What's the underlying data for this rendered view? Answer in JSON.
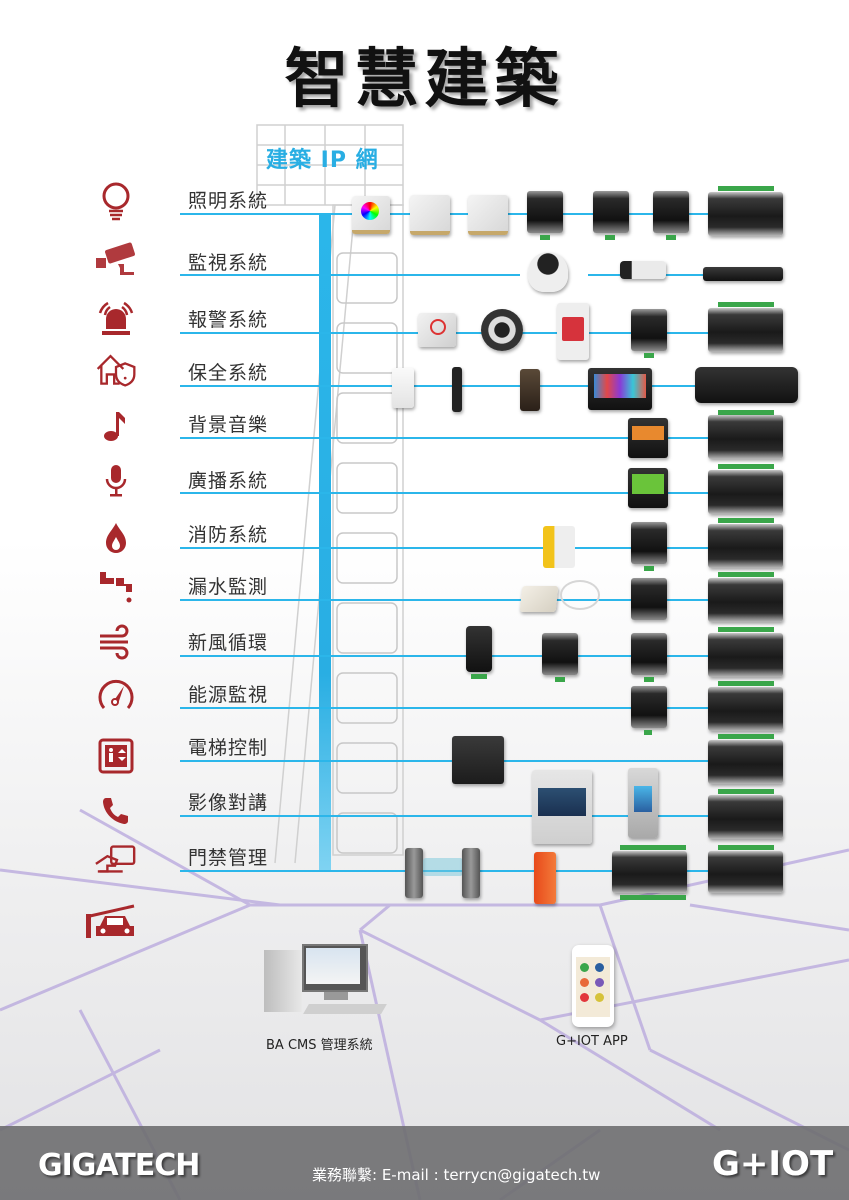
{
  "title": "智慧建築",
  "network_label": "建築 IP 網",
  "colors": {
    "accent_line": "#2bb6ea",
    "icon_red": "#a8282c",
    "title_text": "#111111",
    "footer_bg": "#6e6e70"
  },
  "systems": [
    {
      "label": "照明系統",
      "icon": "lightbulb-icon",
      "devices": [
        "rgb-touch-panel",
        "touch-panel",
        "touch-panel",
        "io-module",
        "io-module",
        "io-module",
        "main-controller"
      ]
    },
    {
      "label": "監視系統",
      "icon": "cctv-camera-icon",
      "devices": [
        "dome-camera",
        "bullet-camera",
        "nvr-recorder"
      ]
    },
    {
      "label": "報警系統",
      "icon": "alarm-siren-icon",
      "devices": [
        "emergency-button",
        "fisheye-camera",
        "alarm-panel",
        "io-module",
        "main-controller"
      ]
    },
    {
      "label": "保全系統",
      "icon": "home-shield-icon",
      "devices": [
        "pir-sensor",
        "door-lock",
        "door-station",
        "indoor-monitor",
        "guard-console"
      ]
    },
    {
      "label": "背景音樂",
      "icon": "music-note-icon",
      "devices": [
        "music-panel",
        "main-controller"
      ]
    },
    {
      "label": "廣播系統",
      "icon": "microphone-icon",
      "devices": [
        "broadcast-panel",
        "main-controller"
      ]
    },
    {
      "label": "消防系統",
      "icon": "flame-icon",
      "devices": [
        "gas-valve",
        "io-module",
        "main-controller"
      ]
    },
    {
      "label": "漏水監測",
      "icon": "leaking-pipe-icon",
      "devices": [
        "water-leak-sensor",
        "io-module",
        "main-controller"
      ]
    },
    {
      "label": "新風循環",
      "icon": "wind-icon",
      "devices": [
        "thermostat",
        "io-module",
        "io-module",
        "main-controller"
      ]
    },
    {
      "label": "能源監視",
      "icon": "gauge-icon",
      "devices": [
        "io-module",
        "main-controller"
      ]
    },
    {
      "label": "電梯控制",
      "icon": "elevator-icon",
      "devices": [
        "elevator-controller",
        "main-controller"
      ]
    },
    {
      "label": "影像對講",
      "icon": "phone-icon",
      "devices": [
        "video-intercom-station",
        "apartment-intercom",
        "main-controller"
      ]
    },
    {
      "label": "門禁管理",
      "icon": "card-access-icon",
      "devices": [
        "speed-gate",
        "parking-barrier",
        "access-controller",
        "main-controller"
      ]
    }
  ],
  "extra_icon": "parking-car-icon",
  "bottom": {
    "cms_label": "BA CMS 管理系統",
    "app_label": "G+IOT APP"
  },
  "footer": {
    "brand": "GIGATECH",
    "contact": "業務聯繫: E-mail : terrycn@gigatech.tw",
    "product_logo": "G+IOT"
  }
}
